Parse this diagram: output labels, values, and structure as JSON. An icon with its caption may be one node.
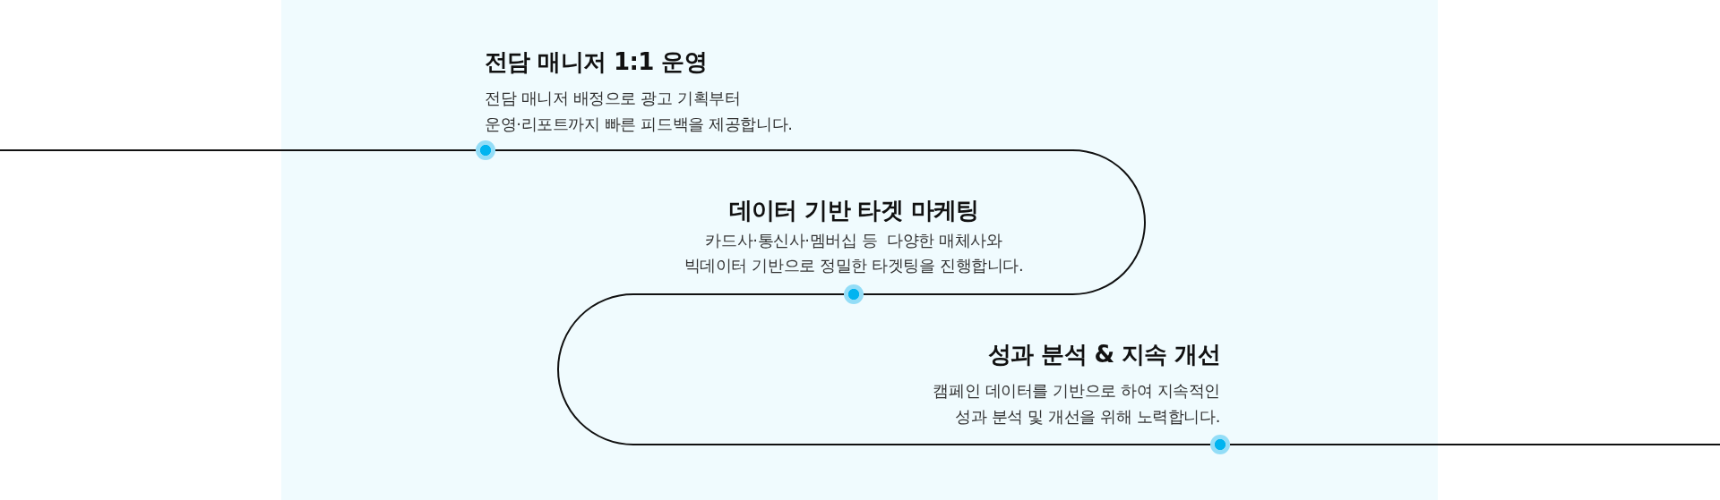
{
  "diagram": {
    "nodes": [
      {
        "text": [],
        "shape": "circle",
        "beside": [
          "전담 매니저 1:1 운영",
          "전담 매니저 배정으로 광고 기획부터 운영·리포트까지 빠른 피드백을 제공합니다."
        ]
      },
      {
        "text": [],
        "shape": "circle",
        "beside": [
          "데이터 기반 타겟 마케팅",
          "카드사·통신사·멤버십 등  다양한 매체사와 빅데이터 기반으로 정밀한 타겟팅을 진행합니다."
        ]
      },
      {
        "text": [],
        "shape": "circle",
        "beside": [
          "성과 분석 & 지속 개선",
          "캠페인 데이터를 기반으로 하여 지속적인 성과 분석 및 개선을 위해 노력합니다."
        ]
      }
    ],
    "edges": [
      {
        "from": null,
        "to": 0,
        "arrow": "none"
      },
      {
        "from": 0,
        "to": 1,
        "arrow": "none"
      },
      {
        "from": 1,
        "to": 2,
        "arrow": "none"
      },
      {
        "from": 2,
        "to": null,
        "arrow": "none"
      }
    ]
  }
}
